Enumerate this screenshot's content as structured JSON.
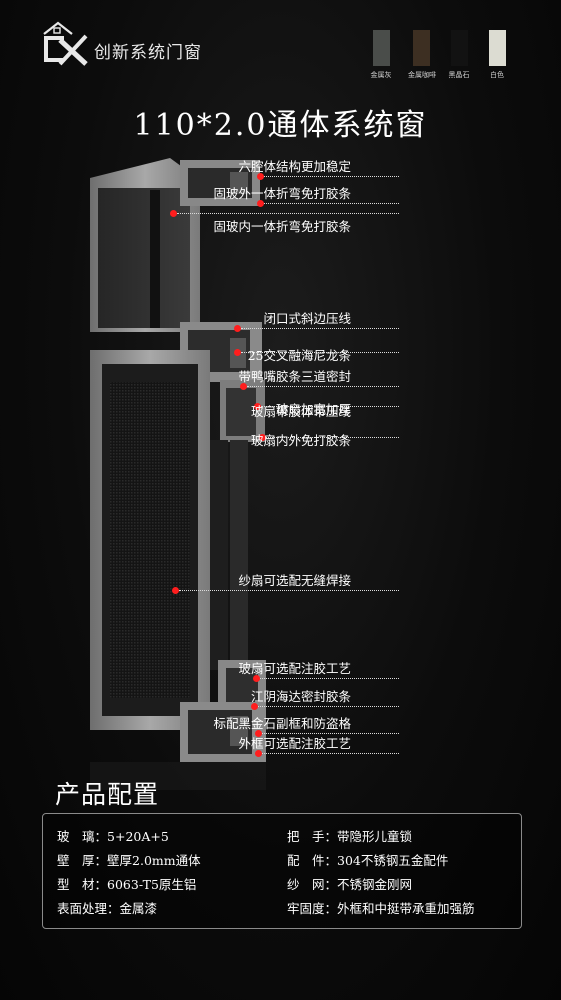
{
  "brand": {
    "logo_text": "创新系统门窗"
  },
  "colors": {
    "accent_red": "#ff1e1e",
    "frame_gray": "#9a9a9a",
    "background": "#0c0c0c"
  },
  "swatches": [
    {
      "label": "金属灰",
      "color": "#4a4d4a"
    },
    {
      "label": "金属咖啡",
      "color": "#3d2f22"
    },
    {
      "label": "黑晶石",
      "color": "#121212"
    },
    {
      "label": "白色",
      "color": "#dcdcd2"
    }
  ],
  "title": "110*2.0通体系统窗",
  "callouts": [
    "六腔体结构更加稳定",
    "固玻外一体折弯免打胶条",
    "固玻内一体折弯免打胶条",
    "闭口式斜边压线",
    "25交叉融海尼龙条",
    "带鸭嘴胶条三道密封",
    "玻扇加宽加厚",
    "玻扇带胶体带压线",
    "玻扇内外免打胶条",
    "纱扇可选配无缝焊接",
    "玻扇可选配注胶工艺",
    "江阴海达密封胶条",
    "标配黑金石副框和防盗格",
    "外框可选配注胶工艺"
  ],
  "specs": {
    "title": "产品配置",
    "rows": [
      {
        "label": "玻　璃：",
        "value": "5+20A+5"
      },
      {
        "label": "把　手：",
        "value": "带隐形儿童锁"
      },
      {
        "label": "壁　厚：",
        "value": "壁厚2.0mm通体"
      },
      {
        "label": "配　件：",
        "value": "304不锈钢五金配件"
      },
      {
        "label": "型　材：",
        "value": "6063-T5原生铝"
      },
      {
        "label": "纱　网：",
        "value": "不锈钢金刚网"
      },
      {
        "label": "表面处理：",
        "value": "金属漆"
      },
      {
        "label": "牢固度：",
        "value": "外框和中挺带承重加强筋"
      }
    ]
  }
}
